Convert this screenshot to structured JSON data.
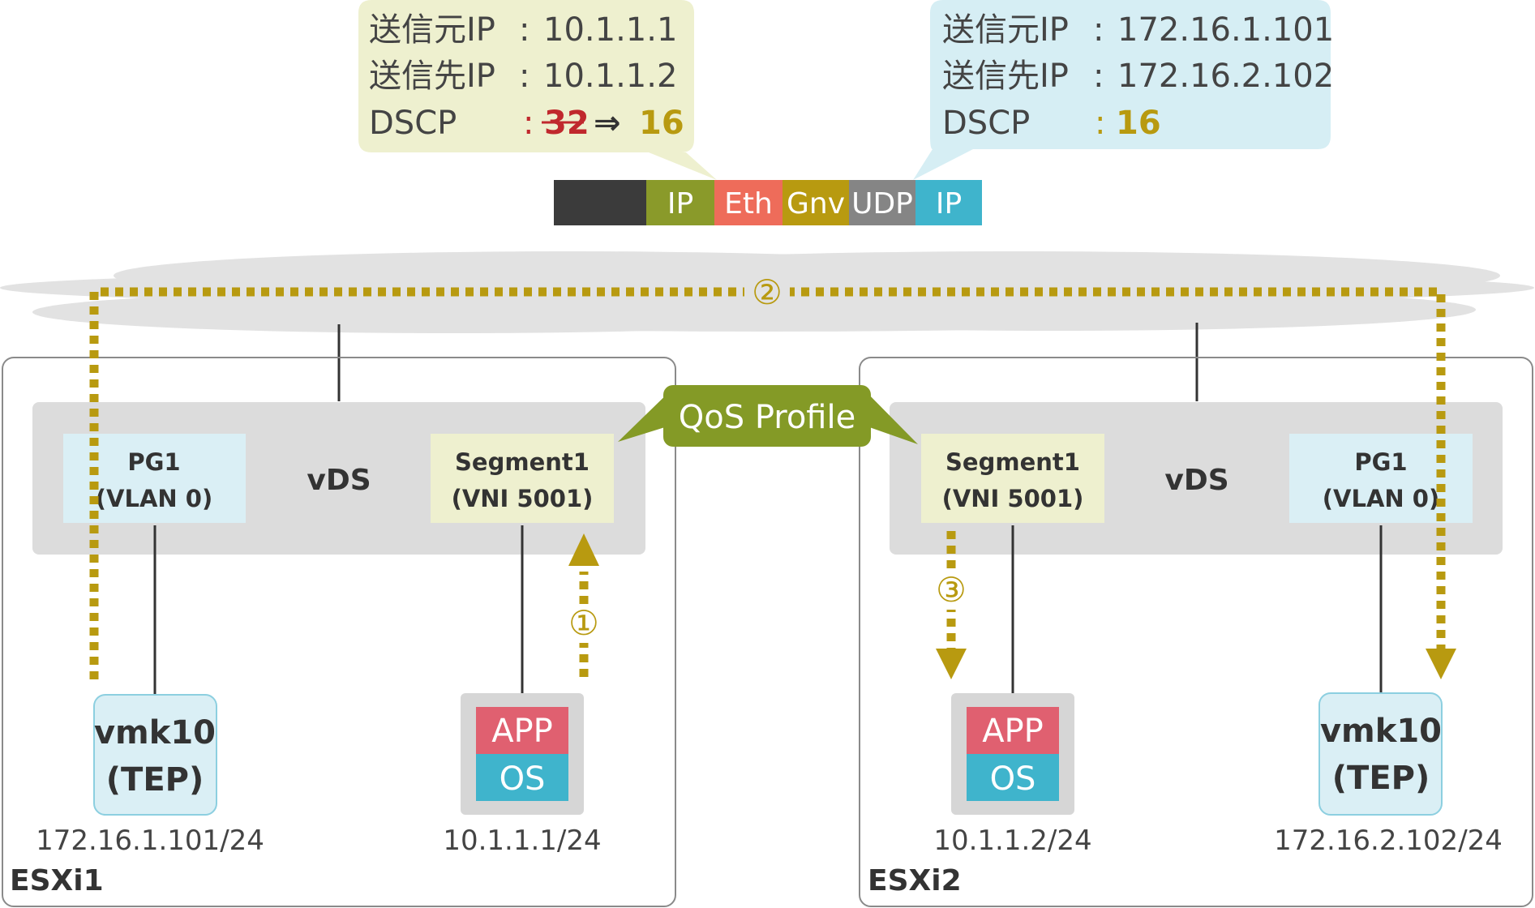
{
  "inner_header": {
    "src_label": "送信元IP",
    "src_value": "10.1.1.1",
    "dst_label": "送信先IP",
    "dst_value": "10.1.1.2",
    "dscp_label": "DSCP",
    "dscp_old": "32",
    "arrow": "⇒",
    "dscp_new": "16"
  },
  "outer_header": {
    "src_label": "送信元IP",
    "src_value": "172.16.1.101",
    "dst_label": "送信先IP",
    "dst_value": "172.16.2.102",
    "dscp_label": "DSCP",
    "dscp_value": "16"
  },
  "colon": ":",
  "packet": {
    "segments": [
      {
        "label": "",
        "color": "#3b3b3b"
      },
      {
        "label": "IP",
        "color": "#8a9a2a"
      },
      {
        "label": "Eth",
        "color": "#ee6c5a"
      },
      {
        "label": "Gnv",
        "color": "#b89a10"
      },
      {
        "label": "UDP",
        "color": "#858585"
      },
      {
        "label": "IP",
        "color": "#3fb4cc"
      }
    ]
  },
  "steps": {
    "one": "①",
    "two": "②",
    "three": "③"
  },
  "qos_profile": "QoS Profile",
  "esxi1": {
    "name": "ESXi1",
    "vds": "vDS",
    "pg_line1": "PG1",
    "pg_line2": "(VLAN 0)",
    "seg_line1": "Segment1",
    "seg_line2": "(VNI 5001)",
    "vmk_line1": "vmk10",
    "vmk_line2": "(TEP)",
    "vmk_ip": "172.16.1.101/24",
    "app": "APP",
    "os": "OS",
    "vm_ip": "10.1.1.1/24"
  },
  "esxi2": {
    "name": "ESXi2",
    "vds": "vDS",
    "pg_line1": "PG1",
    "pg_line2": "(VLAN 0)",
    "seg_line1": "Segment1",
    "seg_line2": "(VNI 5001)",
    "vmk_line1": "vmk10",
    "vmk_line2": "(TEP)",
    "vmk_ip": "172.16.2.102/24",
    "app": "APP",
    "os": "OS",
    "vm_ip": "10.1.1.2/24"
  },
  "colors": {
    "inner_callout": "#eef0cf",
    "outer_callout": "#d6eef4",
    "strike_red": "#c0282d",
    "dscp_gold": "#b89a10",
    "dotted_path": "#b89a10",
    "qos_green": "#849a26",
    "cloud": "#e2e2e2",
    "vds_bg": "#dcdcdc",
    "pg_bg": "#daeff5",
    "seg_bg": "#eef0cf",
    "app_red": "#e06070",
    "os_cyan": "#3fb4cc"
  }
}
